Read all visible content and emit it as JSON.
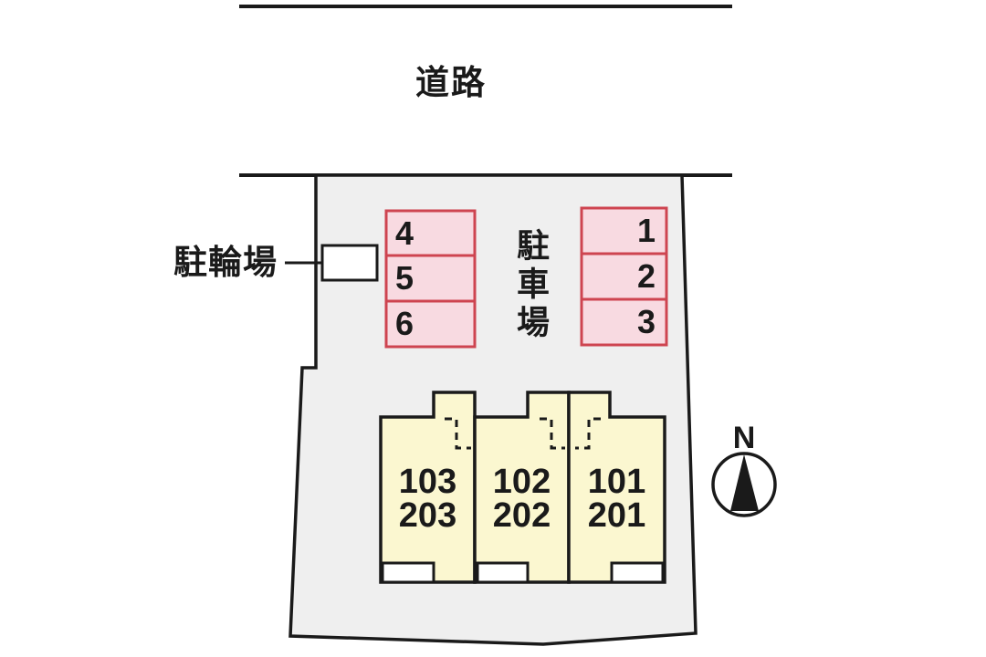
{
  "labels": {
    "road": "道路",
    "bicycle_parking": "駐輪場",
    "car_parking": "駐車場",
    "north": "N"
  },
  "parking_stalls": {
    "left_column": [
      "4",
      "5",
      "6"
    ],
    "right_column": [
      "1",
      "2",
      "3"
    ]
  },
  "building_units": [
    {
      "line1": "103",
      "line2": "203"
    },
    {
      "line1": "102",
      "line2": "202"
    },
    {
      "line1": "101",
      "line2": "201"
    }
  ],
  "colors": {
    "outline": "#1a1a1a",
    "site_fill": "#efefef",
    "stall_fill": "#f8dae1",
    "stall_border": "#ce4450",
    "building_fill": "#fbf7d0",
    "bicycle_area_fill": "#ffffff",
    "text": "#1a1a1a",
    "background": "#ffffff"
  }
}
